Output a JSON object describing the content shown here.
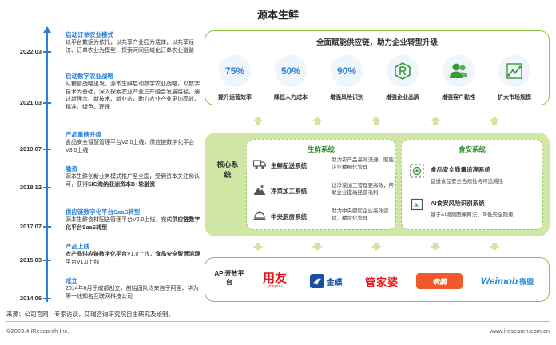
{
  "title": "源本生鲜",
  "timeline": [
    {
      "year": "2022.03",
      "head": "启动订单农业模式",
      "desc": "以平台数据为依托，以共享产业园为载体，以共享经济、订单农业为模型，探索河间区域化订单农业道路"
    },
    {
      "year": "2021.03",
      "head": "启动数字农业战略",
      "desc": "从粮食战略出发，源本生鲜启动数字农业战略，以数字技术为基础，深入探索农业产业三产融合发展路径，通过新理念、新技术、新业态，助力农业产业更加高效、精准、绿色、环保"
    },
    {
      "year": "2019.07",
      "head": "产品重磅升级",
      "desc": "食品安全智慧管理平台V2.0上线，供应链数字化平台V3.0上线"
    },
    {
      "year": "2018.12",
      "head": "融资",
      "desc_pre": "源本生鲜创新业务模式推广至全国，受到资本关注和认可，获得",
      "desc_bold": "SIG海纳亚洲资本B+轮融资",
      "desc_post": ""
    },
    {
      "year": "2017.07",
      "head": "供应链数字化平台SaaS转型",
      "desc_pre": "源本生鲜食材配送管理平台V2.0上线，完成",
      "desc_bold": "供应链数字化平台SaaS转型",
      "desc_post": ""
    },
    {
      "year": "2015.03",
      "head": "产品上线",
      "desc_bold1": "农产品供应链数字化平台",
      "desc_mid": "V1.0上线，",
      "desc_bold2": "食品安全智慧治理",
      "desc_post": "平台V1.0上线"
    },
    {
      "year": "2014.06",
      "head": "成立",
      "desc": "2014年6月于成都创立，创始团队均来自于阿里、华为等一线知名互联网科技公司"
    }
  ],
  "top": {
    "title": "全面赋能供应链，助力企业转型升级",
    "metrics": [
      {
        "value": "75%",
        "label": "提升运营效率"
      },
      {
        "value": "50%",
        "label": "降低人力成本"
      },
      {
        "value": "90%",
        "label": "增强风险识别"
      },
      {
        "icon": "registered-brand-icon",
        "label": "增强企业品牌"
      },
      {
        "icon": "users-icon",
        "label": "增强客户黏性"
      },
      {
        "icon": "growth-chart-icon",
        "label": "扩大市场规模"
      }
    ]
  },
  "core": {
    "label": "核心系统",
    "fresh": {
      "title": "生鲜系统",
      "rows": [
        {
          "name": "生鲜配送系统",
          "desc": "助力农产品高效流通，赋能企业精细化管理",
          "icon": "delivery-truck-icon"
        },
        {
          "name": "净菜加工系统",
          "desc": "让净菜加工管理更高效，帮助企业提高经营毛利",
          "icon": "processing-mountain-icon"
        },
        {
          "name": "中央厨房系统",
          "desc": "助力中央厨房企业高效运转、精益化管理",
          "icon": "cloche-icon"
        }
      ]
    },
    "food_safety": {
      "title": "食安系统",
      "rows": [
        {
          "name": "食品安全质量追溯系统",
          "desc": "促进食品安全合规性与可追溯性",
          "icon": "trace-target-icon"
        },
        {
          "name": "AI食安风险识别系统",
          "desc": "基于AI视频图像算法，降低安全隐患",
          "icon": "ai-chip-icon"
        }
      ]
    }
  },
  "bottom": {
    "label": "API开放平台",
    "logos": {
      "yonyou": {
        "big": "用友",
        "small": "yonyou"
      },
      "kingdee": "金蝶",
      "gjp": "管家婆",
      "dibao": "帝鹏",
      "weimob": {
        "en": "Weimob",
        "cn": "微盟"
      }
    }
  },
  "source": "来源：公司官网，专家访谈，艾瑞咨询研究院自主研究及绘制。",
  "copyright": "©2023.4 iResearch Inc.",
  "website": "www.iresearch.com.cn",
  "colors": {
    "accent_blue": "#2c7fd6",
    "green": "#8cc63f",
    "core_green": "#cfe6a4"
  }
}
